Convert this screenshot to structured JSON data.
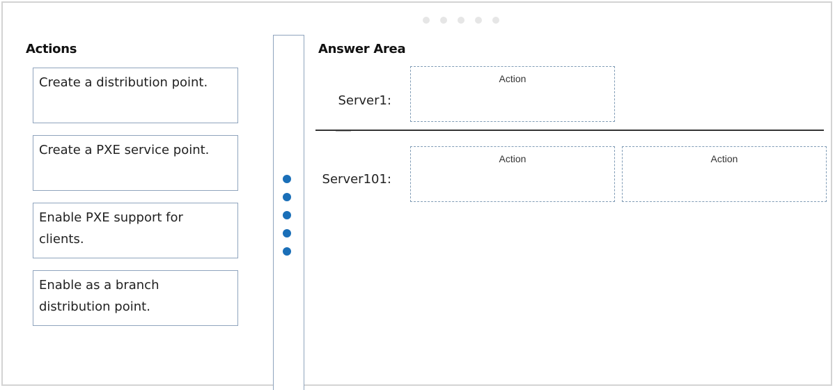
{
  "actions": {
    "heading": "Actions",
    "items": [
      {
        "label": "Create a distribution point."
      },
      {
        "label": "Create a PXE service point."
      },
      {
        "label": "Enable PXE support for clients."
      },
      {
        "label": "Enable as a branch distribution point."
      }
    ]
  },
  "answer_area": {
    "heading": "Answer Area",
    "servers": [
      {
        "label": "Server1:",
        "slots": [
          "Action"
        ]
      },
      {
        "label": "Server101:",
        "slots": [
          "Action",
          "Action"
        ]
      }
    ]
  },
  "colors": {
    "accent_dot": "#1a6fb8",
    "card_border": "#8fa4bd",
    "pager_dot": "#e6e6e6"
  }
}
